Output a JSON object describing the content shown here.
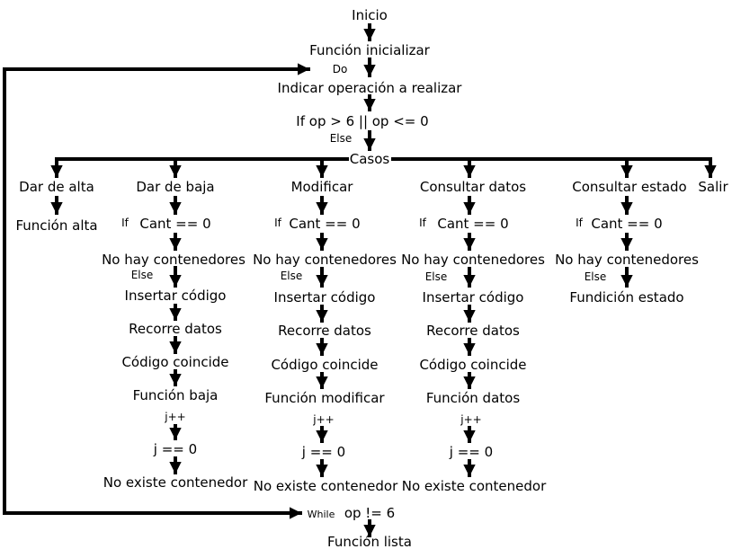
{
  "main": {
    "inicio": "Inicio",
    "inicializar": "Función inicializar",
    "do": "Do",
    "indicar": "Indicar operación a realizar",
    "if_cond": "If  op > 6 || op <= 0",
    "else": "Else",
    "casos": "Casos",
    "while": "While",
    "while_cond": "op != 6",
    "final": "Función lista"
  },
  "branches": {
    "alta": {
      "title": "Dar de alta",
      "func": "Función alta"
    },
    "baja": {
      "title": "Dar de baja",
      "if": "If",
      "cond": "Cant == 0",
      "msg": "No hay contenedores",
      "else": "Else",
      "steps": [
        "Insertar código",
        "Recorre datos",
        "Código coincide",
        "Función baja",
        "j++",
        "j == 0",
        "No existe contenedor"
      ]
    },
    "modificar": {
      "title": "Modificar",
      "if": "If",
      "cond": "Cant == 0",
      "msg": "No hay contenedores",
      "else": "Else",
      "steps": [
        "Insertar código",
        "Recorre datos",
        "Código coincide",
        "Función modificar",
        "j++",
        "j == 0",
        "No existe contenedor"
      ]
    },
    "consultar_datos": {
      "title": "Consultar datos",
      "if": "If",
      "cond": "Cant == 0",
      "msg": "No hay contenedores",
      "else": "Else",
      "steps": [
        "Insertar código",
        "Recorre datos",
        "Código coincide",
        "Función datos",
        "j++",
        "j == 0",
        "No existe contenedor"
      ]
    },
    "consultar_estado": {
      "title": "Consultar estado",
      "if": "If",
      "cond": "Cant == 0",
      "msg": "No hay contenedores",
      "else": "Else",
      "func": "Fundición estado"
    },
    "salir": {
      "title": "Salir"
    }
  }
}
